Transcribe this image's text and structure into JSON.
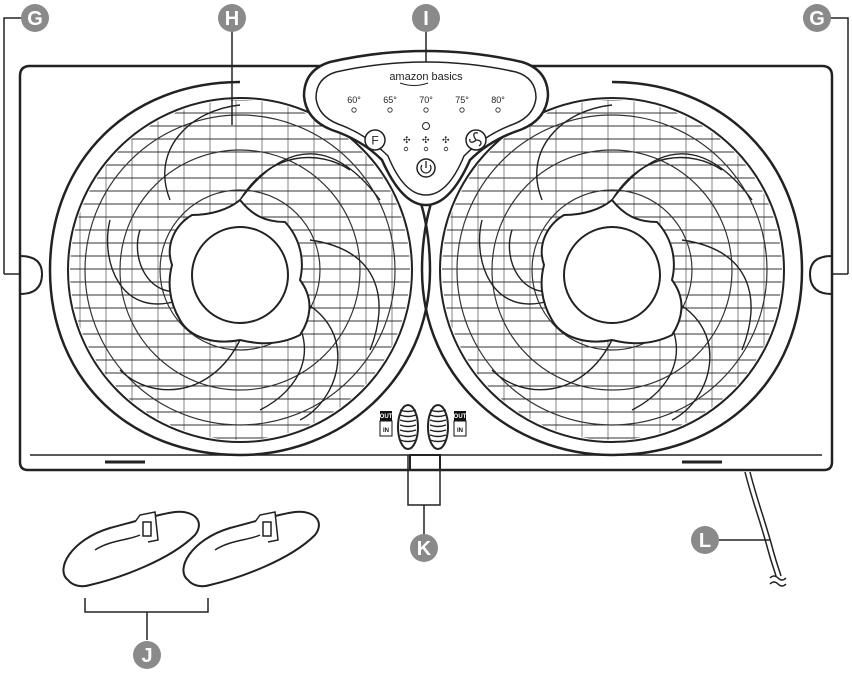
{
  "brand": "amazon basics",
  "temps": [
    "60",
    "65",
    "70",
    "75",
    "80"
  ],
  "degree": "°",
  "buttons": {
    "function": "F"
  },
  "switch": {
    "out": "OUT",
    "in": "IN"
  },
  "callouts": {
    "g_left": "G",
    "h": "H",
    "i": "I",
    "g_right": "G",
    "k": "K",
    "j": "J",
    "l": "L"
  },
  "colors": {
    "callout": "#8a8a8a",
    "line": "#222222"
  }
}
